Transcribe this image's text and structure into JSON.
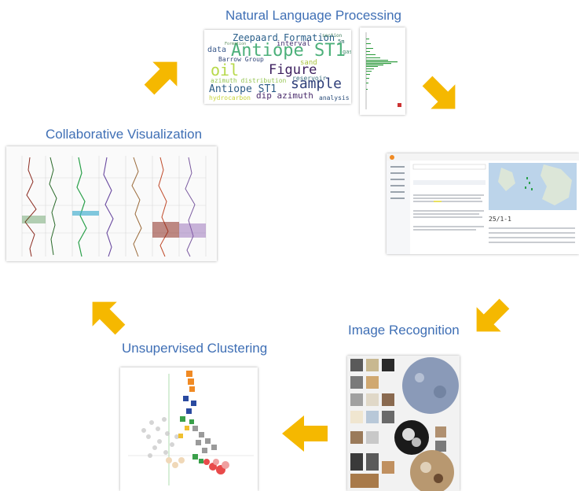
{
  "stages": {
    "nlp": "Natural Language Processing",
    "collab": "Collaborative Visualization",
    "image": "Image Recognition",
    "cluster": "Unsupervised Clustering"
  },
  "wordcloud": {
    "words": [
      "Zeepaard Formation",
      "Antiope ST1",
      "section",
      "5m",
      "data",
      "interval",
      "Barrow Group",
      "sand",
      "oil",
      "Figure",
      "sample",
      "azimuth distribution",
      "Antiope ST1",
      "reservoir",
      "dip azimuth",
      "hydrocarbon",
      "analysis",
      "Formation",
      "gas"
    ]
  },
  "arrow_color": "#f5b800",
  "title_color": "#3f6fb5"
}
